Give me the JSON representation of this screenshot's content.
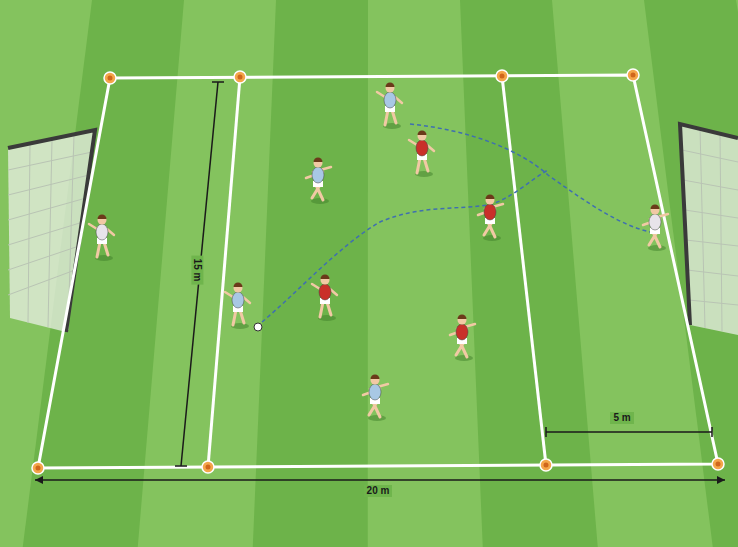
{
  "diagram": {
    "labels": [
      "15 m",
      "5 m",
      "20 m"
    ]
  }
}
